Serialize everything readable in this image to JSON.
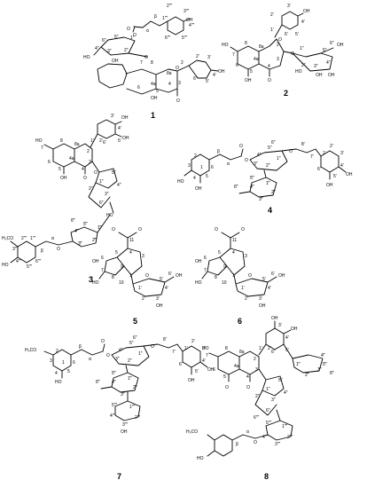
{
  "compounds": [
    {
      "id": "1",
      "label": "1",
      "atoms": [
        "2″″",
        "3″″",
        "4″″",
        "5″″",
        "6″″",
        "1″″",
        "β",
        "α",
        "6″",
        "5″",
        "4″",
        "3″",
        "2″",
        "1″",
        "7",
        "8",
        "8a",
        "2",
        "3",
        "4",
        "4a",
        "5",
        "6",
        "2′",
        "3′",
        "4′",
        "5′",
        "6′",
        "OH",
        "O",
        "HO",
        "OH",
        "O",
        "OH",
        "O",
        "O",
        "O",
        "OH"
      ]
    },
    {
      "id": "2",
      "label": "2",
      "atoms": [
        "3′",
        "2′",
        "1′",
        "4′",
        "5′",
        "6′",
        "8",
        "7",
        "8a",
        "4a",
        "6",
        "5",
        "2",
        "3",
        "4",
        "1″",
        "2″",
        "3″",
        "4″",
        "5″",
        "6″",
        "HO",
        "OH",
        "O",
        "O",
        "O",
        "OH",
        "HO",
        "OH",
        "OH",
        "OH"
      ]
    },
    {
      "id": "3",
      "label": "3",
      "atoms": [
        "2′",
        "3′",
        "4′",
        "5′",
        "6′",
        "1′",
        "7",
        "8",
        "8a",
        "4a",
        "2",
        "3",
        "4",
        "5",
        "6",
        "1″",
        "2″",
        "3″",
        "4″",
        "5″",
        "6″",
        "1‴",
        "2‴",
        "3‴",
        "4‴",
        "5‴",
        "6‴",
        "α",
        "β",
        "1″″",
        "2″″",
        "3″″",
        "4″″",
        "5″″",
        "6″″",
        "H₃CO",
        "HO",
        "OH",
        "OH",
        "HO",
        "OH",
        "HO",
        "O",
        "O",
        "O"
      ]
    },
    {
      "id": "4",
      "label": "4",
      "atoms": [
        "1",
        "2",
        "3",
        "4",
        "5",
        "6",
        "α",
        "β",
        "1′",
        "2′",
        "3′",
        "4′",
        "5′",
        "6′",
        "7′",
        "8′",
        "1″",
        "2″",
        "3″",
        "4″",
        "5″",
        "6″",
        "1‴",
        "2‴",
        "3‴",
        "4‴",
        "5‴",
        "6‴",
        "HO",
        "OH",
        "OH",
        "OH",
        "O",
        "O",
        "O"
      ]
    },
    {
      "id": "5",
      "label": "5",
      "atoms": [
        "1",
        "3",
        "4",
        "5",
        "6",
        "7",
        "8",
        "9",
        "10",
        "11",
        "1′",
        "2′",
        "3′",
        "4′",
        "5′",
        "6′",
        "O",
        "OH",
        "HO",
        "OH",
        "OH",
        "O",
        "O"
      ]
    },
    {
      "id": "6",
      "label": "6",
      "atoms": [
        "1",
        "3",
        "4",
        "5",
        "6",
        "7",
        "8",
        "9",
        "10",
        "11",
        "1′",
        "2′",
        "3′",
        "4′",
        "5′",
        "6′",
        "O",
        "OH",
        "HO",
        "OH",
        "OH",
        "O",
        "O"
      ]
    },
    {
      "id": "7",
      "label": "7",
      "atoms": [
        "1",
        "2",
        "3",
        "4",
        "5",
        "6",
        "α",
        "β",
        "1′",
        "2′",
        "3′",
        "4′",
        "5′",
        "6′",
        "7′",
        "8′",
        "1″",
        "2″",
        "3″",
        "4″",
        "5″",
        "6″",
        "1‴",
        "2‴",
        "3‴",
        "4‴",
        "5‴",
        "6‴",
        "1″″",
        "2″″",
        "3″″",
        "4″″",
        "5″″",
        "H₃CO",
        "HO",
        "OH",
        "OH",
        "OH",
        "O",
        "O",
        "O"
      ]
    },
    {
      "id": "8",
      "label": "8",
      "atoms": [
        "2′",
        "3′",
        "4′",
        "5′",
        "6′",
        "1′",
        "7",
        "8",
        "8a",
        "4a",
        "2",
        "3",
        "4",
        "5",
        "6",
        "1″",
        "2″",
        "3″",
        "4″",
        "5″",
        "6″",
        "1‴",
        "2‴",
        "3‴",
        "4‴",
        "5‴",
        "6‴",
        "1″″",
        "2″″",
        "3″″",
        "4″″",
        "5″″",
        "6″″",
        "α",
        "β",
        "H₃CO",
        "HO",
        "OH",
        "OH",
        "HO",
        "O",
        "O",
        "O"
      ]
    }
  ]
}
